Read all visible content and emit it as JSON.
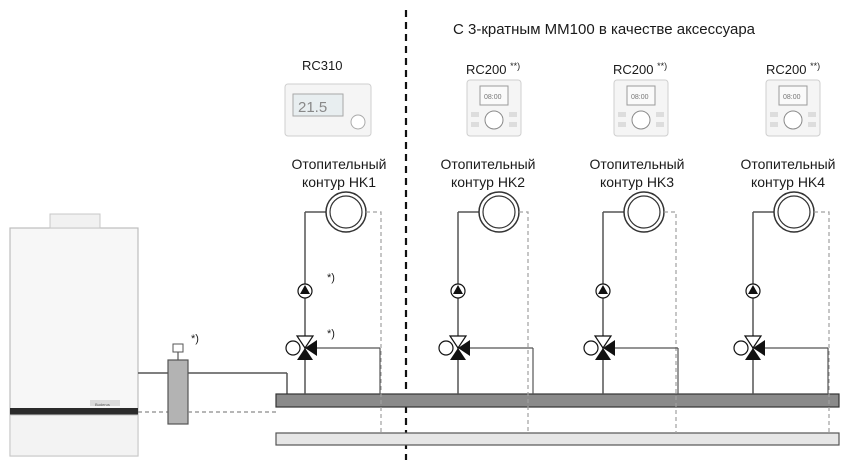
{
  "header": {
    "mm100_title": "С 3-кратным MM100 в качестве аксессуара"
  },
  "controllers": [
    {
      "model": "RC310",
      "mark": ""
    },
    {
      "model": "RC200",
      "mark": "**)"
    },
    {
      "model": "RC200",
      "mark": "**)"
    },
    {
      "model": "RC200",
      "mark": "**)"
    }
  ],
  "circuits": [
    {
      "line1": "Отопительный",
      "line2": "контур HK1"
    },
    {
      "line1": "Отопительный",
      "line2": "контур HK2"
    },
    {
      "line1": "Отопительный",
      "line2": "контур HK3"
    },
    {
      "line1": "Отопительный",
      "line2": "контур HK4"
    }
  ],
  "notes": {
    "separator": "*)",
    "pump": "*)",
    "valve": "*)"
  },
  "display": {
    "rc310_screen": "21.5",
    "rc200_screen": "08:00"
  },
  "boiler": {
    "brand": "Buderus"
  },
  "colors": {
    "manifold_dark": "#8a8a8a",
    "manifold_light": "#e6e6e6",
    "pipe": "#555555",
    "return_dash": "#a0a0a0"
  }
}
